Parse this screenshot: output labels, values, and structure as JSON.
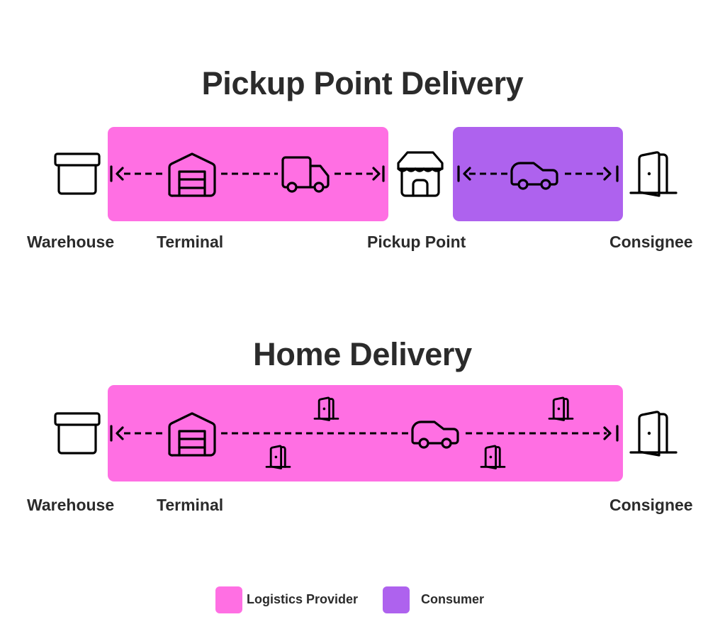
{
  "colors": {
    "logistics_provider": "#ff6fe3",
    "consumer": "#ae62ee",
    "text": "#2b2b2b"
  },
  "pickup_point_delivery": {
    "title": "Pickup Point Delivery",
    "nodes": [
      {
        "label": "Warehouse",
        "icon": "box-icon"
      },
      {
        "label": "Terminal",
        "icon": "warehouse-garage-icon"
      },
      {
        "label": "Pickup Point",
        "icon": "storefront-icon"
      },
      {
        "label": "Consignee",
        "icon": "open-door-icon"
      }
    ],
    "segments": [
      {
        "owner": "Logistics Provider",
        "vehicle": "truck-icon",
        "from": "Warehouse",
        "to": "Pickup Point"
      },
      {
        "owner": "Consumer",
        "vehicle": "car-icon",
        "from": "Pickup Point",
        "to": "Consignee"
      }
    ]
  },
  "home_delivery": {
    "title": "Home Delivery",
    "nodes": [
      {
        "label": "Warehouse",
        "icon": "box-icon"
      },
      {
        "label": "Terminal",
        "icon": "warehouse-garage-icon"
      },
      {
        "label": "Consignee",
        "icon": "open-door-icon"
      }
    ],
    "segments": [
      {
        "owner": "Logistics Provider",
        "vehicle": "car-icon",
        "from": "Warehouse",
        "to": "Consignee",
        "intermediate_stops": 4
      }
    ]
  },
  "legend": [
    {
      "label": "Logistics Provider",
      "color": "#ff6fe3"
    },
    {
      "label": "Consumer",
      "color": "#ae62ee"
    }
  ]
}
